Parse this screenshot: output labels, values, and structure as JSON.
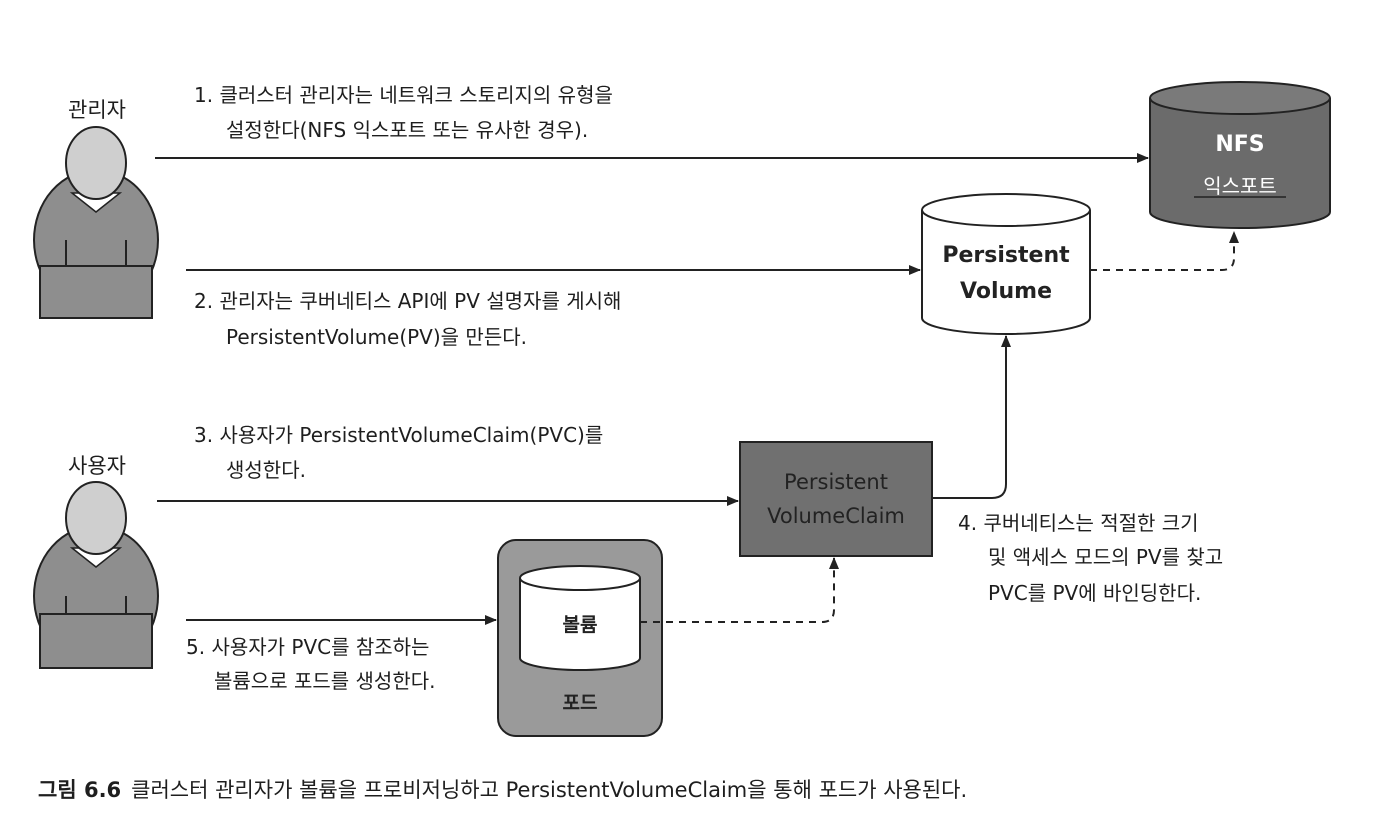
{
  "actors": {
    "admin": "관리자",
    "user": "사용자"
  },
  "steps": {
    "s1": [
      "1. 클러스터 관리자는 네트워크 스토리지의 유형을",
      "설정한다(NFS 익스포트 또는 유사한 경우)."
    ],
    "s2": [
      "2. 관리자는 쿠버네티스 API에 PV 설명자를 게시해",
      "PersistentVolume(PV)을 만든다."
    ],
    "s3": [
      "3. 사용자가 PersistentVolumeClaim(PVC)를",
      "생성한다."
    ],
    "s4": [
      "4. 쿠버네티스는 적절한 크기",
      "및 액세스 모드의 PV를 찾고",
      "PVC를 PV에 바인딩한다."
    ],
    "s5": [
      "5. 사용자가 PVC를 참조하는",
      "볼륨으로 포드를 생성한다."
    ]
  },
  "components": {
    "nfs": {
      "line1": "NFS",
      "line2": "익스포트"
    },
    "pv": {
      "line1": "Persistent",
      "line2": "Volume"
    },
    "pvc": {
      "line1": "Persistent",
      "line2": "VolumeClaim"
    },
    "volume": "볼륨",
    "pod": "포드"
  },
  "caption": {
    "figure": "그림 6.6",
    "text": "클러스터 관리자가 볼륨을 프로비저닝하고 PersistentVolumeClaim을 통해 포드가 사용된다."
  },
  "colors": {
    "nfs_fill": "#6b6b6b",
    "pvc_fill": "#707070",
    "pod_fill": "#9a9a9a",
    "person_fill": "#8e8e8e",
    "head_fill": "#cfcfcf",
    "line": "#222222"
  }
}
